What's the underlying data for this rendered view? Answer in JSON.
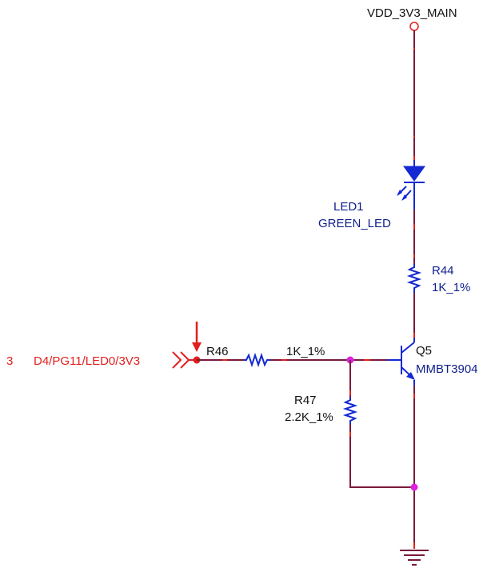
{
  "power": {
    "name": "VDD_3V3_MAIN"
  },
  "net": {
    "pin": "3",
    "name": "D4/PG11/LED0/3V3"
  },
  "components": {
    "led": {
      "ref": "LED1",
      "value": "GREEN_LED"
    },
    "r44": {
      "ref": "R44",
      "value": "1K_1%"
    },
    "r46": {
      "ref": "R46",
      "value": "1K_1%"
    },
    "r47": {
      "ref": "R47",
      "value": "2.2K_1%"
    },
    "q5": {
      "ref": "Q5",
      "value": "MMBT3904"
    }
  },
  "colors": {
    "wire": "#7a1a3c",
    "component": "#1428d4",
    "label": "#0e1e8c",
    "net": "#e0201e",
    "junction": "#e020e0"
  }
}
